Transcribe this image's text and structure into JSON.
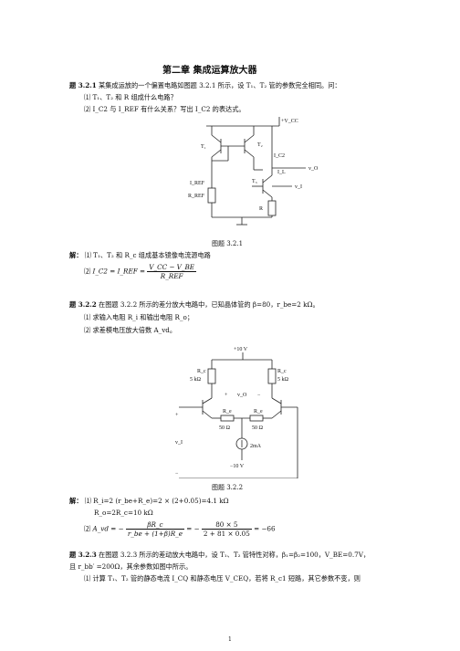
{
  "chapter_title": "第二章 集成运算放大器",
  "q1": {
    "num": "题 3.2.1",
    "text": "某集成运放的一个偏置电路如图题 3.2.1 所示，设 T₁、T₂ 管的参数完全相同。问：",
    "sub1": "⑴ T₁、T₂ 和 R 组成什么电路？",
    "sub2": "⑵ I_C2 与 I_REF 有什么关系？写出 I_C2 的表达式。",
    "figure_caption": "图题 3.2.1"
  },
  "fig1": {
    "vcc": "+V_CC",
    "t1": "T₁",
    "t2": "T₂",
    "t3": "T₃",
    "ic2": "I_C2",
    "il": "I_L",
    "vo": "v_O",
    "vi": "v_I",
    "iref": "I_REF",
    "rref": "R_REF",
    "r": "R"
  },
  "a1": {
    "label": "解：",
    "line1": "⑴ T₁、T₂ 和 R_c 组成基本镜像电流源电路",
    "line2_prefix": "⑵",
    "eq_left": "I_C2 = I_REF =",
    "eq_num": "V_CC − V_BE",
    "eq_den": "R_REF"
  },
  "q2": {
    "num": "题 3.2.2",
    "text": "在图题 3.2.2 所示的差分放大电路中，已知晶体管的 β=80，r_be=2 kΩ。",
    "sub1": "⑴ 求输入电阻 R_i 和输出电阻 R_o；",
    "sub2": "⑵ 求差模电压放大倍数 A_vd。",
    "figure_caption": "图题 3.2.2"
  },
  "fig2": {
    "vplus": "+10 V",
    "rc_left": "R_c",
    "rc_left_val": "5 kΩ",
    "rc_right": "R_c",
    "rc_right_val": "5 kΩ",
    "vo": "v_O",
    "plus": "+",
    "minus": "−",
    "re_left": "R_e",
    "re_left_val": "50 Ω",
    "re_right": "R_e",
    "re_right_val": "50 Ω",
    "isrc": "2mA",
    "vi": "v_I",
    "vminus": "−10 V",
    "in_plus": "+",
    "in_minus": "−"
  },
  "a2": {
    "label": "解：",
    "line1": "⑴ R_i=2 (r_be+R_e)=2 × (2+0.05)=4.1 kΩ",
    "line2": "R_o=2R_c=10 kΩ",
    "line3_prefix": "⑵",
    "eq_left": "A_vd = −",
    "eq_num1": "βR_c",
    "eq_den1": "r_be + (1+β)R_e",
    "eq_mid": "= −",
    "eq_num2": "80 × 5",
    "eq_den2": "2 + 81 × 0.05",
    "eq_right": "= −66"
  },
  "q3": {
    "num": "题 3.2.3",
    "text": "在图题 3.2.3 所示的差动放大电路中，设 T₁、T₂ 管特性对称，β₁=β₂=100，V_BE=0.7V，",
    "text2": "且 r_bb′ =200Ω，其余参数如图中所示。",
    "sub1": "⑴ 计算 T₁、T₂ 管的静态电流 I_CQ 和静态电压 V_CEQ，若将 R_c1 短路，其它参数不变，则"
  },
  "page_number": "1"
}
